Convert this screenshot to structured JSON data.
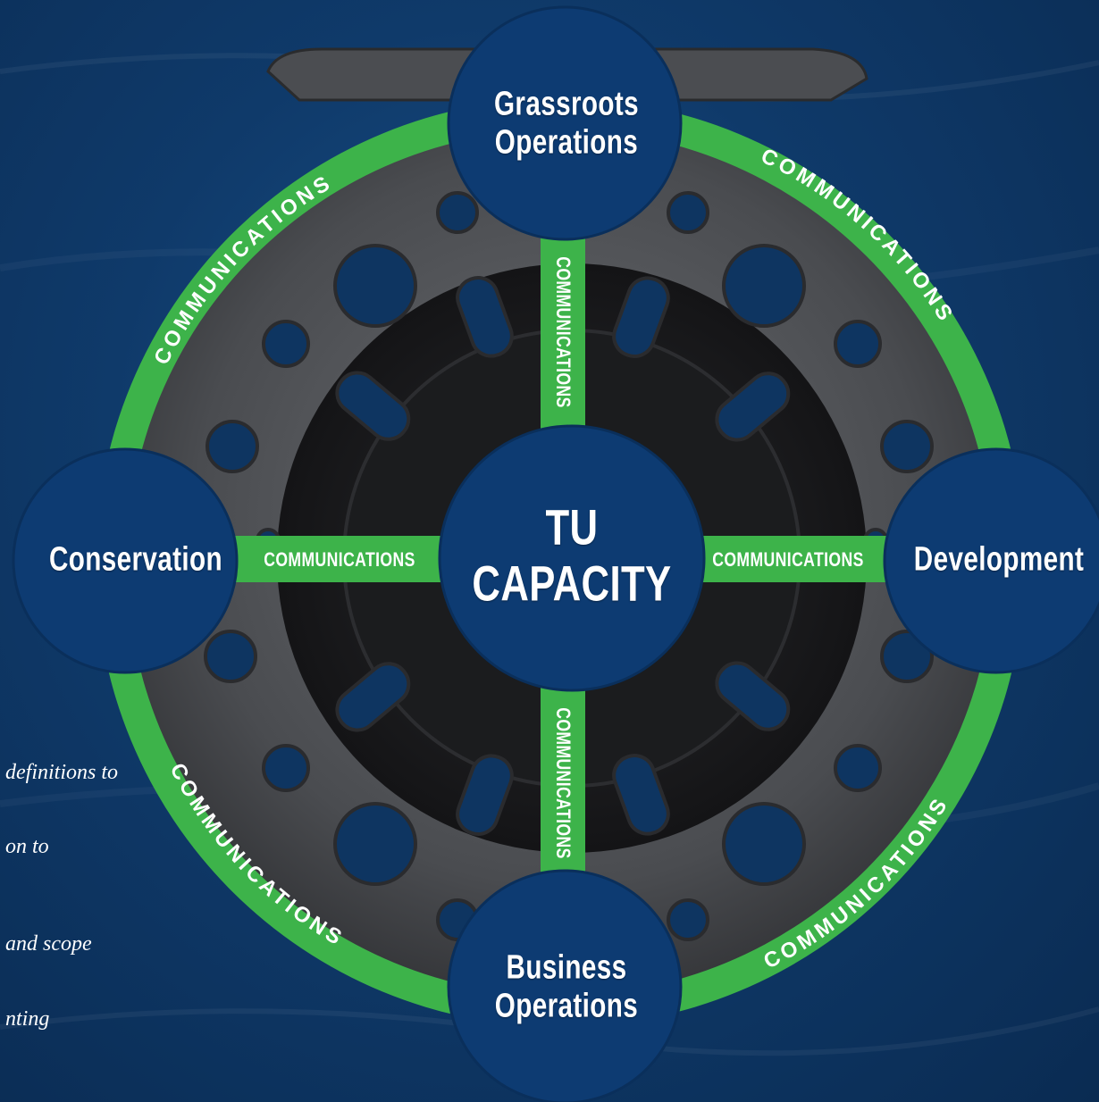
{
  "colors": {
    "background": "#0f3a6a",
    "ring_green": "#3db34a",
    "node_blue": "#0d3b72",
    "reel_dark": "#1e1f21",
    "reel_metal": "#55575a"
  },
  "center": {
    "line1": "TU",
    "line2": "CAPACITY"
  },
  "nodes": {
    "top": {
      "line1": "Grassroots",
      "line2": "Operations"
    },
    "left": {
      "line1": "Conservation"
    },
    "right": {
      "line1": "Development"
    },
    "bottom": {
      "line1": "Business",
      "line2": "Operations"
    }
  },
  "spokes": {
    "top": "COMMUNICATIONS",
    "left": "COMMUNICATIONS",
    "right": "COMMUNICATIONS",
    "bottom": "COMMUNICATIONS"
  },
  "ring": {
    "upper_left": "COMMUNICATIONS",
    "upper_right": "COMMUNICATIONS",
    "lower_left": "COMMUNICATIONS",
    "lower_right": "COMMUNICATIONS"
  },
  "side_text": [
    "definitions to",
    "on to",
    "and scope",
    "nting"
  ]
}
